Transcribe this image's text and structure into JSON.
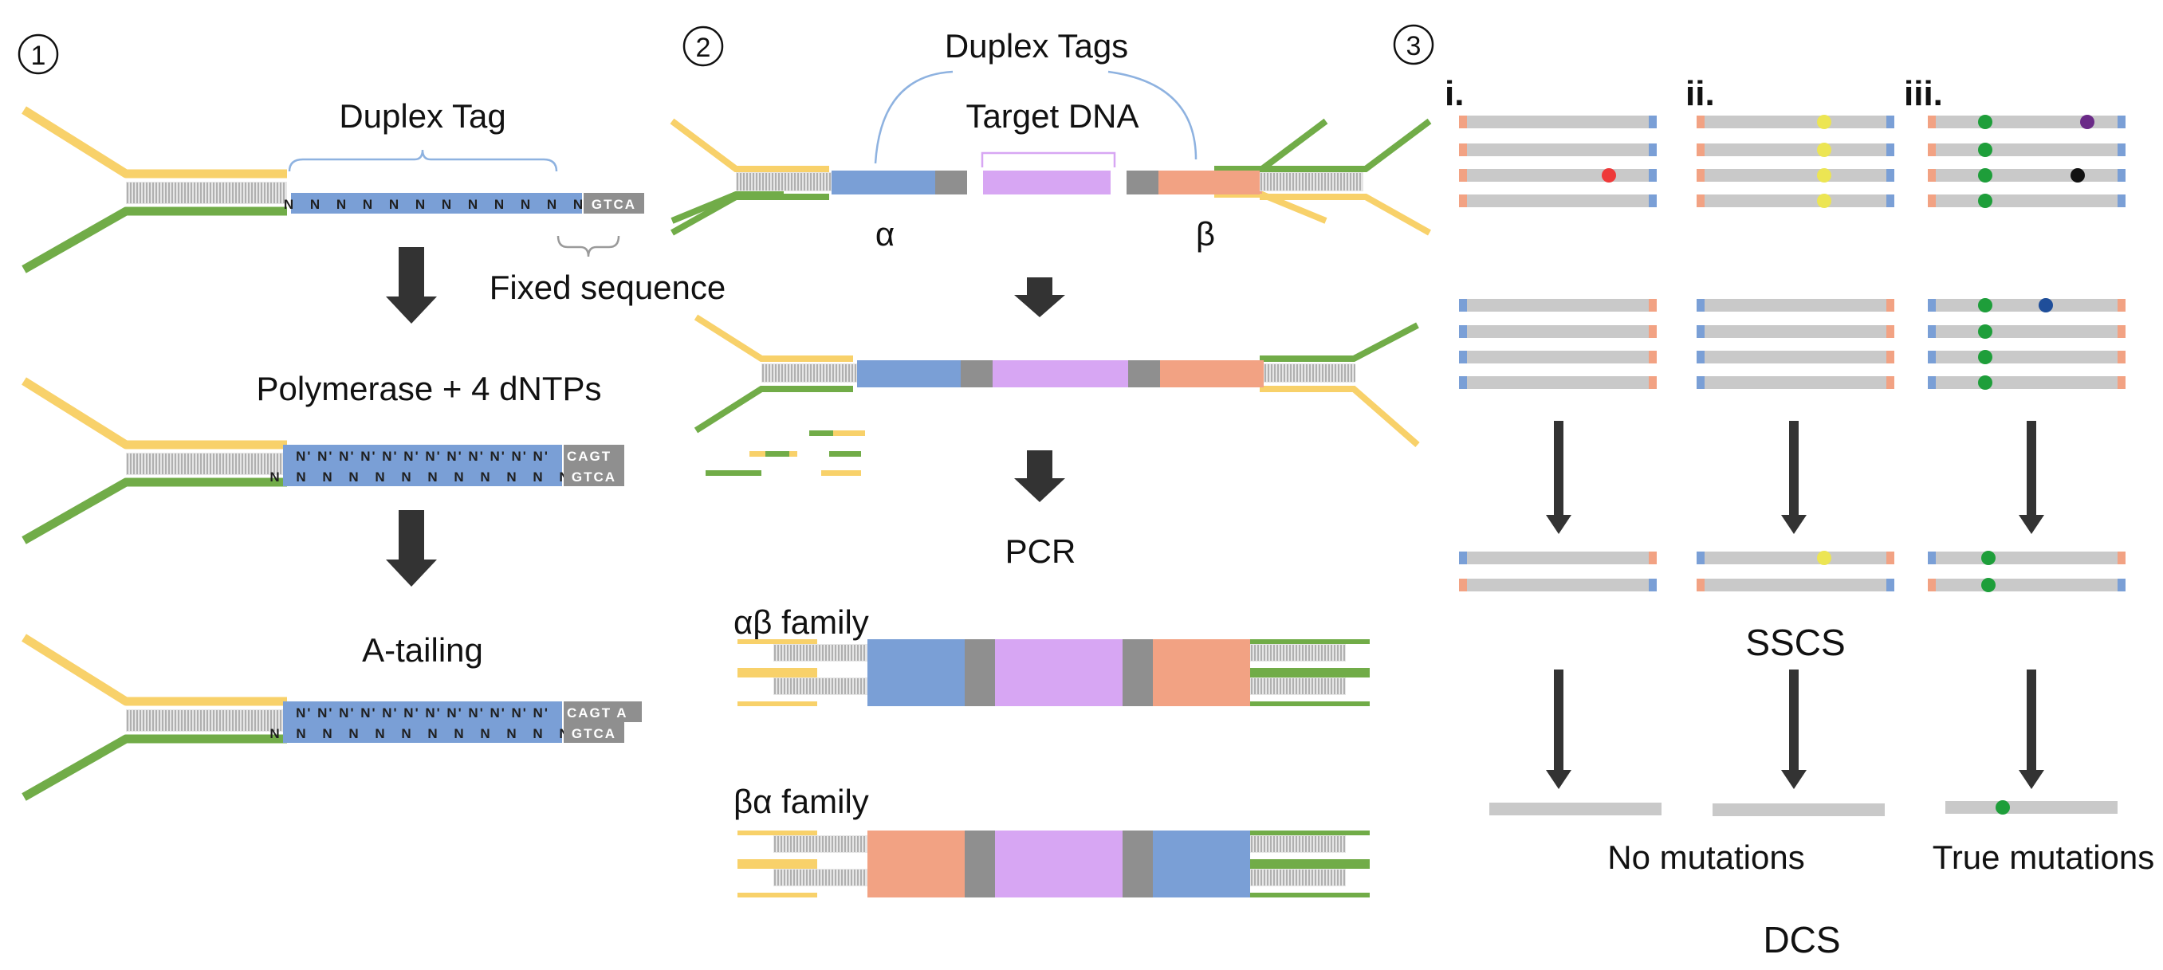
{
  "colors": {
    "yellow": "#F8D16A",
    "green": "#71AC48",
    "blue": "#7A9FD6",
    "gray": "#8F8F8F",
    "light_gray": "#C9C9C9",
    "purple": "#D7A6F3",
    "orange": "#F2A283",
    "bracket": "#8EB2E0",
    "arrow": "#333333",
    "mut_red": "#EE3A3A",
    "mut_yellow": "#ECE553",
    "mut_green": "#1E9E3A",
    "mut_purple": "#6A2A87",
    "mut_black": "#111111",
    "mut_blue": "#1F4E9A"
  },
  "panel1": {
    "number": "①",
    "duplex_tag": "Duplex Tag",
    "fixed_sequence": "Fixed sequence",
    "step2": "Polymerase + 4 dNTPs",
    "step3": "A-tailing",
    "n_base": "N",
    "n_prime": "N'",
    "fixed_bottom": "GTCA",
    "fixed_top": "CAGT",
    "fixed_tail": "CAGT A"
  },
  "panel2": {
    "number": "②",
    "duplex_tags": "Duplex Tags",
    "target_dna": "Target DNA",
    "alpha": "α",
    "beta": "β",
    "pcr": "PCR",
    "ab_family": "αβ family",
    "ba_family": "βα family"
  },
  "panel3": {
    "number": "③",
    "col_i": "i.",
    "col_ii": "ii.",
    "col_iii": "iii.",
    "sscs": "SSCS",
    "no_mutations": "No mutations",
    "true_mutations": "True mutations",
    "dcs": "DCS"
  }
}
